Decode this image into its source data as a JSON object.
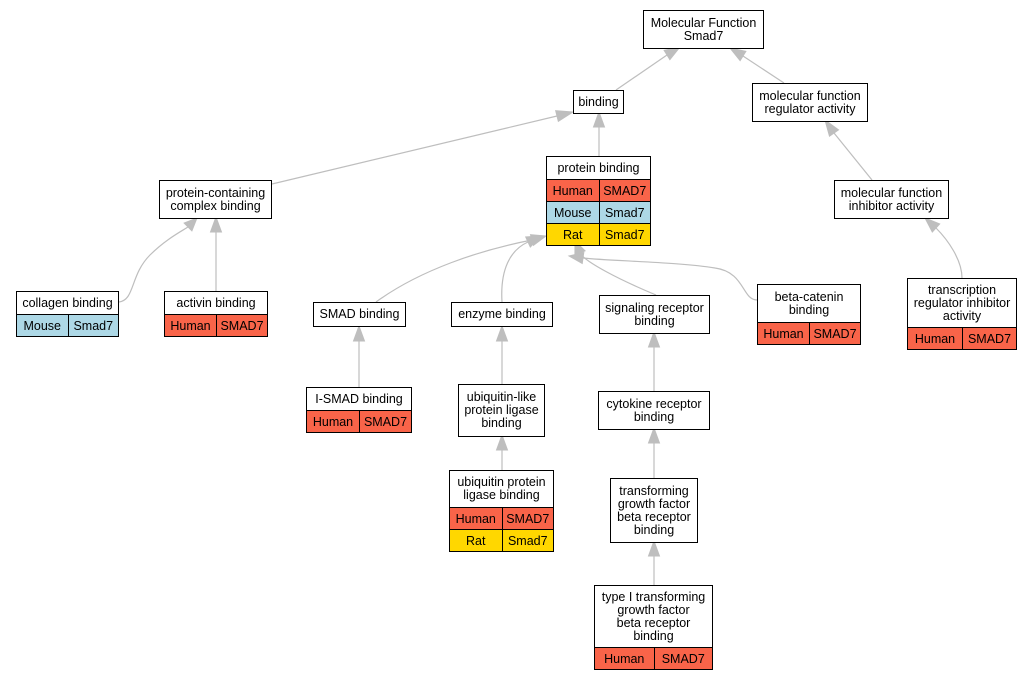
{
  "colors": {
    "Human": "#f96449",
    "Mouse": "#add8e6",
    "Rat": "#ffd700",
    "edge": "#bebebe"
  },
  "nodes": [
    {
      "id": "mf",
      "title": "Molecular Function\nSmad7",
      "rows": []
    },
    {
      "id": "binding",
      "title": "binding",
      "rows": []
    },
    {
      "id": "mfra",
      "title": "molecular function\nregulator activity",
      "rows": []
    },
    {
      "id": "pcb",
      "title": "protein-containing\ncomplex binding",
      "rows": []
    },
    {
      "id": "pb",
      "title": "protein binding",
      "rows": [
        {
          "species": "Human",
          "gene": "SMAD7"
        },
        {
          "species": "Mouse",
          "gene": "Smad7"
        },
        {
          "species": "Rat",
          "gene": "Smad7"
        }
      ]
    },
    {
      "id": "mfia",
      "title": "molecular function\ninhibitor activity",
      "rows": []
    },
    {
      "id": "colb",
      "title": "collagen binding",
      "rows": [
        {
          "species": "Mouse",
          "gene": "Smad7"
        }
      ]
    },
    {
      "id": "actb",
      "title": "activin binding",
      "rows": [
        {
          "species": "Human",
          "gene": "SMAD7"
        }
      ]
    },
    {
      "id": "smadb",
      "title": "SMAD binding",
      "rows": []
    },
    {
      "id": "enzb",
      "title": "enzyme binding",
      "rows": []
    },
    {
      "id": "sigrb",
      "title": "signaling receptor\nbinding",
      "rows": []
    },
    {
      "id": "bcat",
      "title": "beta-catenin\nbinding",
      "rows": [
        {
          "species": "Human",
          "gene": "SMAD7"
        }
      ]
    },
    {
      "id": "tria",
      "title": "transcription\nregulator inhibitor\nactivity",
      "rows": [
        {
          "species": "Human",
          "gene": "SMAD7"
        }
      ]
    },
    {
      "id": "ismad",
      "title": "I-SMAD binding",
      "rows": [
        {
          "species": "Human",
          "gene": "SMAD7"
        }
      ]
    },
    {
      "id": "ublpl",
      "title": "ubiquitin-like\nprotein ligase\nbinding",
      "rows": []
    },
    {
      "id": "cytrb",
      "title": "cytokine receptor\nbinding",
      "rows": []
    },
    {
      "id": "ubpl",
      "title": "ubiquitin protein\nligase binding",
      "rows": [
        {
          "species": "Human",
          "gene": "SMAD7"
        },
        {
          "species": "Rat",
          "gene": "Smad7"
        }
      ]
    },
    {
      "id": "tgfbr",
      "title": "transforming\ngrowth factor\nbeta receptor\nbinding",
      "rows": []
    },
    {
      "id": "t1tgfbr",
      "title": "type I transforming\ngrowth factor\nbeta receptor\nbinding",
      "rows": [
        {
          "species": "Human",
          "gene": "SMAD7"
        }
      ]
    }
  ],
  "edges": [
    {
      "from": "binding",
      "to": "mf"
    },
    {
      "from": "mfra",
      "to": "mf"
    },
    {
      "from": "pcb",
      "to": "binding"
    },
    {
      "from": "pb",
      "to": "binding"
    },
    {
      "from": "mfia",
      "to": "mfra"
    },
    {
      "from": "colb",
      "to": "pcb"
    },
    {
      "from": "actb",
      "to": "pcb"
    },
    {
      "from": "smadb",
      "to": "pb"
    },
    {
      "from": "enzb",
      "to": "pb"
    },
    {
      "from": "sigrb",
      "to": "pb"
    },
    {
      "from": "bcat",
      "to": "pb"
    },
    {
      "from": "tria",
      "to": "mfia"
    },
    {
      "from": "ismad",
      "to": "smadb"
    },
    {
      "from": "ublpl",
      "to": "enzb"
    },
    {
      "from": "cytrb",
      "to": "sigrb"
    },
    {
      "from": "ubpl",
      "to": "ublpl"
    },
    {
      "from": "tgfbr",
      "to": "cytrb"
    },
    {
      "from": "t1tgfbr",
      "to": "tgfbr"
    }
  ]
}
